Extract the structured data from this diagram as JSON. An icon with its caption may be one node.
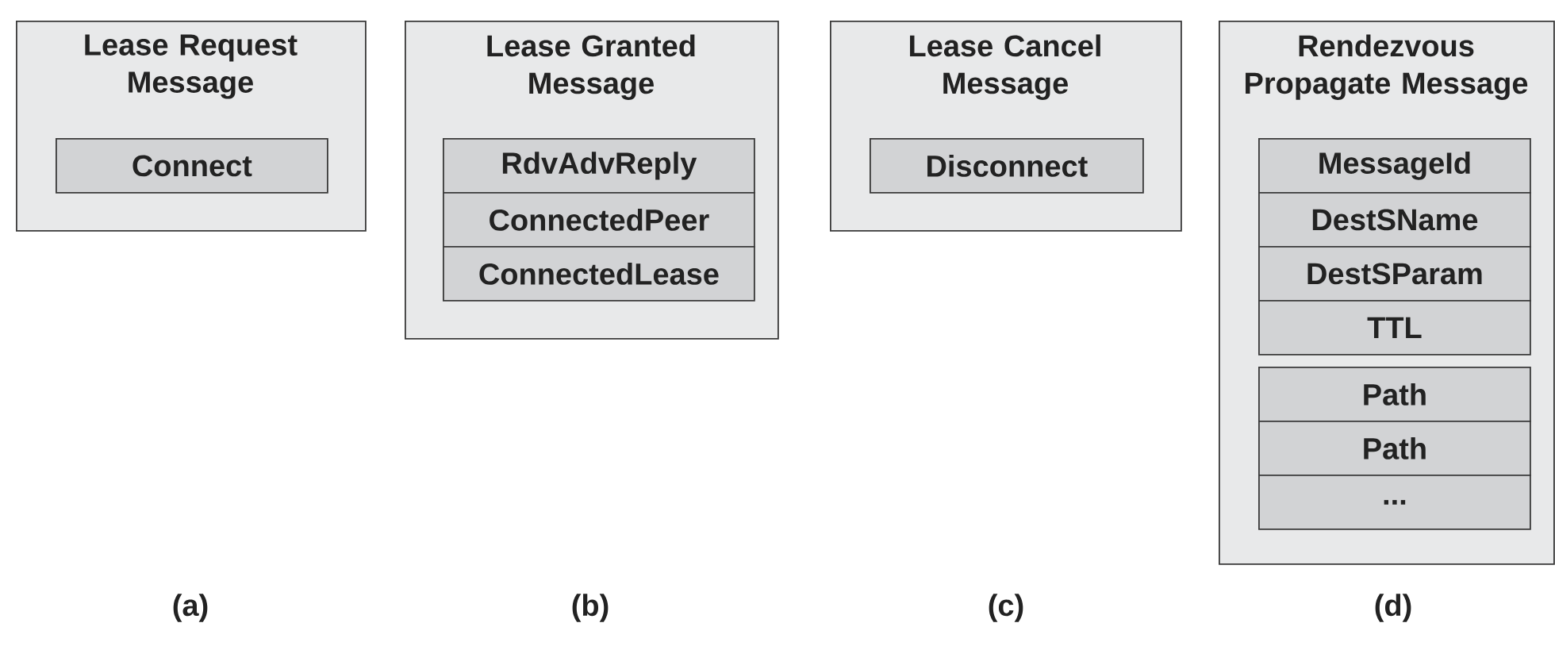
{
  "diagram": {
    "nodes": [
      {
        "text": [
          "Lease Request Message"
        ]
      },
      {
        "text": [
          "Connect"
        ],
        "in": 0
      },
      {
        "text": [
          "Lease Granted Message"
        ]
      },
      {
        "text": [
          "RdvAdvReply"
        ],
        "in": 2
      },
      {
        "text": [
          "ConnectedPeer"
        ],
        "in": 2
      },
      {
        "text": [
          "ConnectedLease"
        ],
        "in": 2
      },
      {
        "text": [
          "Lease Cancel Message"
        ]
      },
      {
        "text": [
          "Disconnect"
        ],
        "in": 6
      },
      {
        "text": [
          "Rendezvous Propagate Message"
        ]
      },
      {
        "text": [
          "MessageId"
        ],
        "in": 8
      },
      {
        "text": [
          "DestSName"
        ],
        "in": 8
      },
      {
        "text": [
          "DestSParam"
        ],
        "in": 8
      },
      {
        "text": [
          "TTL"
        ],
        "in": 8
      },
      {
        "text": [
          "Path"
        ],
        "in": 8
      },
      {
        "text": [
          "Path"
        ],
        "in": 8
      },
      {
        "text": [
          "..."
        ],
        "in": 8
      }
    ],
    "labels": [
      "(a)",
      "(b)",
      "(c)",
      "(d)"
    ]
  }
}
